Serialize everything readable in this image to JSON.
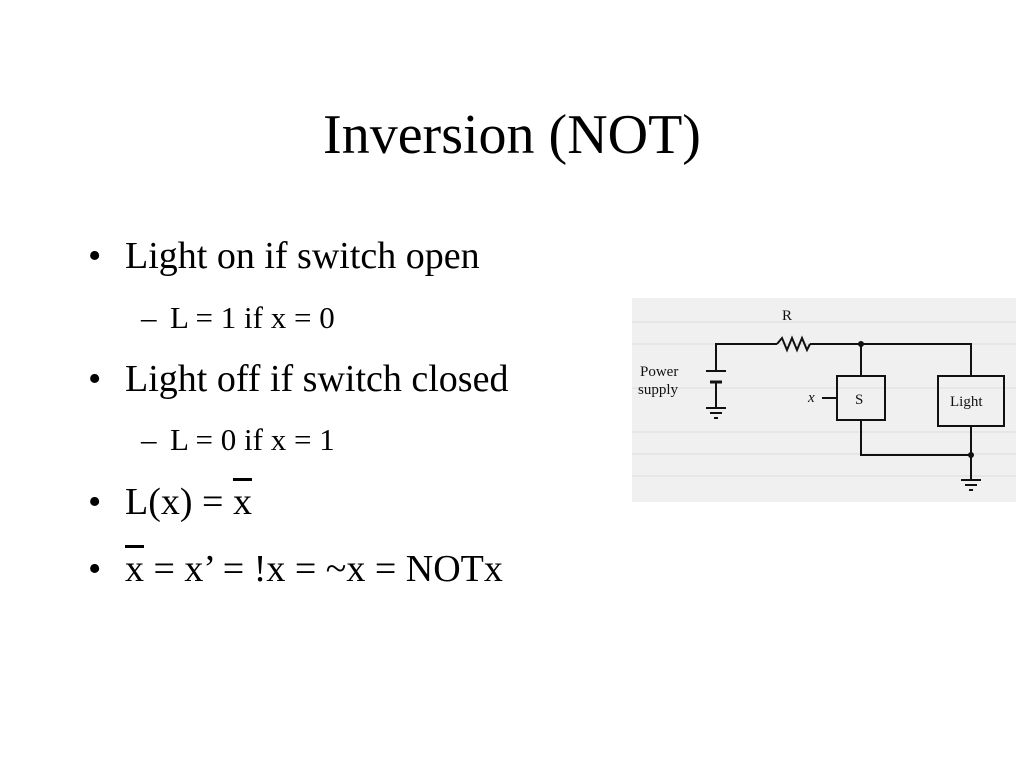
{
  "slide": {
    "title": "Inversion (NOT)",
    "bullets": [
      {
        "level": 1,
        "marker": "•",
        "text": "Light on if switch open"
      },
      {
        "level": 2,
        "marker": "–",
        "text": "L = 1 if x = 0"
      },
      {
        "level": 1,
        "marker": "•",
        "text": "Light off if switch closed"
      },
      {
        "level": 2,
        "marker": "–",
        "text": "L = 0 if x = 1"
      },
      {
        "level": 1,
        "marker": "•",
        "text_prefix": "L(x) = ",
        "text_overlined": "x"
      },
      {
        "level": 1,
        "marker": "•",
        "text_overlined": "x",
        "text_suffix": " = x’ = !x = ~x = NOTx"
      }
    ]
  },
  "circuit_figure": {
    "resistor_label": "R",
    "power_supply_label_line1": "Power",
    "power_supply_label_line2": "supply",
    "switch_input_label": "x",
    "switch_label": "S",
    "light_label": "Light"
  }
}
